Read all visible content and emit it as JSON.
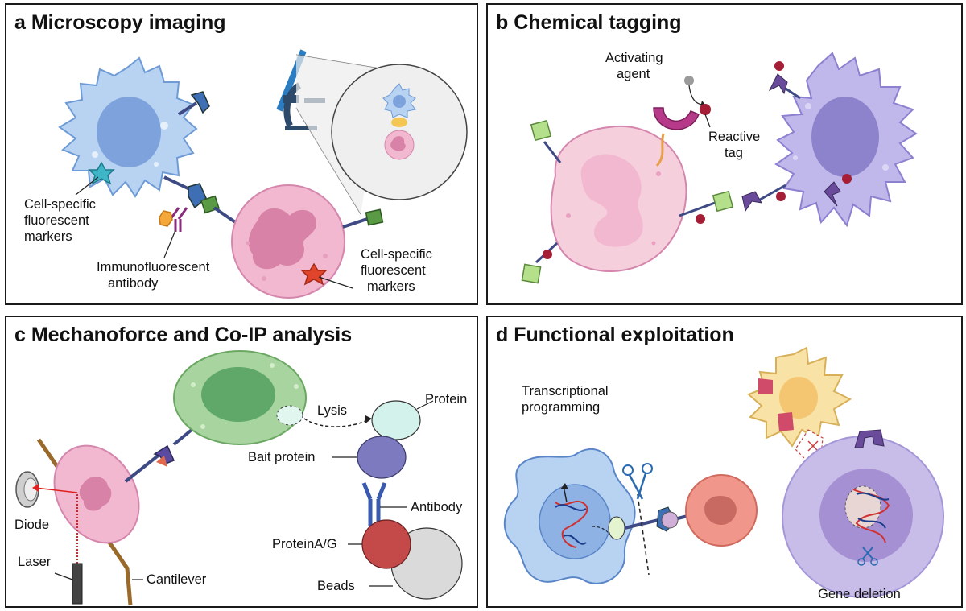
{
  "panels": {
    "a": {
      "title": "a Microscopy imaging",
      "labels": {
        "markers_left": [
          "Cell-specific",
          "fluorescent",
          "markers"
        ],
        "antibody": [
          "Immunofluorescent",
          "antibody"
        ],
        "markers_right": [
          "Cell-specific",
          "fluorescent",
          "markers"
        ]
      }
    },
    "b": {
      "title": "b Chemical tagging",
      "labels": {
        "activating_agent": [
          "Activating",
          "agent"
        ],
        "reactive_tag": [
          "Reactive",
          "tag"
        ]
      }
    },
    "c": {
      "title": "c Mechanoforce and Co-IP analysis",
      "labels": {
        "lysis": "Lysis",
        "protein": "Protein",
        "bait_protein": "Bait protein",
        "antibody": "Antibody",
        "protein_ag": "ProteinA/G",
        "beads": "Beads",
        "diode": "Diode",
        "laser": "Laser",
        "cantilever": "Cantilever"
      }
    },
    "d": {
      "title": "d Functional exploitation",
      "labels": {
        "transcriptional": [
          "Transcriptional",
          "programming"
        ],
        "gene_deletion": "Gene deletion"
      }
    }
  },
  "colors": {
    "blue_cell": "#b8d3f2",
    "blue_nucleus": "#7ea3dc",
    "pink_cell": "#f2b8cf",
    "pink_nucleus": "#d882a8",
    "purple_cell": "#c0b8ea",
    "green_cell": "#a8d4a0",
    "receptor": "#3e4a84",
    "marker_red": "#e0442a",
    "tag_red": "#a51e36"
  }
}
